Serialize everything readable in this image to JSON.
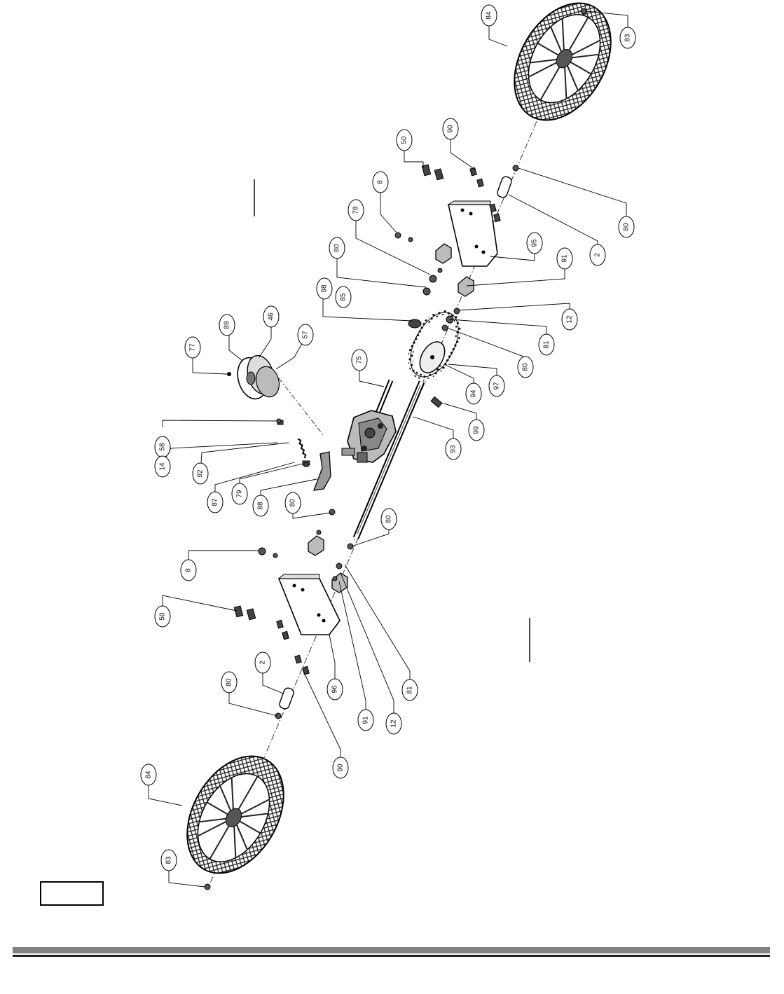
{
  "diagram": {
    "callouts": [
      {
        "id": "c-84-top",
        "label": "84"
      },
      {
        "id": "c-83-top",
        "label": "83"
      },
      {
        "id": "c-90-top",
        "label": "90"
      },
      {
        "id": "c-50-top",
        "label": "50"
      },
      {
        "id": "c-8-top",
        "label": "8"
      },
      {
        "id": "c-78",
        "label": "78"
      },
      {
        "id": "c-80-a",
        "label": "80"
      },
      {
        "id": "c-98",
        "label": "98"
      },
      {
        "id": "c-85",
        "label": "85"
      },
      {
        "id": "c-89",
        "label": "89"
      },
      {
        "id": "c-46",
        "label": "46"
      },
      {
        "id": "c-57",
        "label": "57"
      },
      {
        "id": "c-77",
        "label": "77"
      },
      {
        "id": "c-75",
        "label": "75"
      },
      {
        "id": "c-80-b",
        "label": "80"
      },
      {
        "id": "c-2-top",
        "label": "2"
      },
      {
        "id": "c-95",
        "label": "95"
      },
      {
        "id": "c-91-top",
        "label": "91"
      },
      {
        "id": "c-12-top",
        "label": "12"
      },
      {
        "id": "c-81-top",
        "label": "81"
      },
      {
        "id": "c-80-c",
        "label": "80"
      },
      {
        "id": "c-97",
        "label": "97"
      },
      {
        "id": "c-94",
        "label": "94"
      },
      {
        "id": "c-99",
        "label": "99"
      },
      {
        "id": "c-93",
        "label": "93"
      },
      {
        "id": "c-58",
        "label": "58"
      },
      {
        "id": "c-14",
        "label": "14"
      },
      {
        "id": "c-92",
        "label": "92"
      },
      {
        "id": "c-87",
        "label": "87"
      },
      {
        "id": "c-79",
        "label": "79"
      },
      {
        "id": "c-88",
        "label": "88"
      },
      {
        "id": "c-80-d",
        "label": "80"
      },
      {
        "id": "c-80-e",
        "label": "80"
      },
      {
        "id": "c-8-bot",
        "label": "8"
      },
      {
        "id": "c-50-bot",
        "label": "50"
      },
      {
        "id": "c-2-bot",
        "label": "2"
      },
      {
        "id": "c-80-f",
        "label": "80"
      },
      {
        "id": "c-96",
        "label": "96"
      },
      {
        "id": "c-91-bot",
        "label": "91"
      },
      {
        "id": "c-12-bot",
        "label": "12"
      },
      {
        "id": "c-81-bot",
        "label": "81"
      },
      {
        "id": "c-90-bot",
        "label": "90"
      },
      {
        "id": "c-84-bot",
        "label": "84"
      },
      {
        "id": "c-83-bot",
        "label": "83"
      }
    ]
  }
}
